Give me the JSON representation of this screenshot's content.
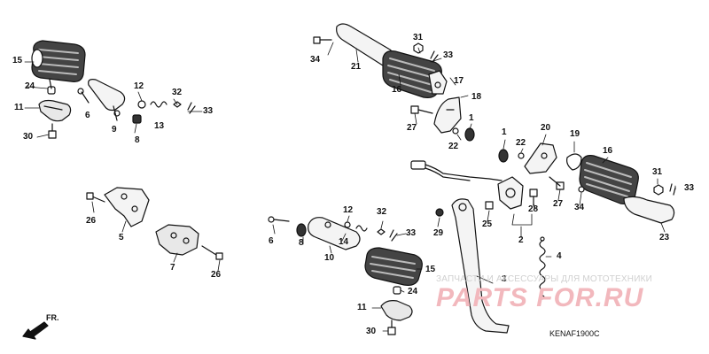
{
  "diagram_code": "KENAF1900C",
  "front_arrow_label": "FR.",
  "watermark": {
    "subtitle": "ЗАПЧАСТИ И АКСЕССУАРЫ ДЛЯ МОТОТЕХНИКИ",
    "brand": "PARTS FOR.RU"
  },
  "part_labels": [
    {
      "id": "l15a",
      "text": "15"
    },
    {
      "id": "l24a",
      "text": "24"
    },
    {
      "id": "l11a",
      "text": "11"
    },
    {
      "id": "l30a",
      "text": "30"
    },
    {
      "id": "l6a",
      "text": "6"
    },
    {
      "id": "l9",
      "text": "9"
    },
    {
      "id": "l12a",
      "text": "12"
    },
    {
      "id": "l8a",
      "text": "8"
    },
    {
      "id": "l13",
      "text": "13"
    },
    {
      "id": "l32a",
      "text": "32"
    },
    {
      "id": "l33a",
      "text": "33"
    },
    {
      "id": "l26a",
      "text": "26"
    },
    {
      "id": "l5",
      "text": "5"
    },
    {
      "id": "l7",
      "text": "7"
    },
    {
      "id": "l26b",
      "text": "26"
    },
    {
      "id": "l34a",
      "text": "34"
    },
    {
      "id": "l21",
      "text": "21"
    },
    {
      "id": "l31a",
      "text": "31"
    },
    {
      "id": "l33b",
      "text": "33"
    },
    {
      "id": "l16a",
      "text": "16"
    },
    {
      "id": "l17",
      "text": "17"
    },
    {
      "id": "l18",
      "text": "18"
    },
    {
      "id": "l27a",
      "text": "27"
    },
    {
      "id": "l1a",
      "text": "1"
    },
    {
      "id": "l22a",
      "text": "22"
    },
    {
      "id": "l1b",
      "text": "1"
    },
    {
      "id": "l22b",
      "text": "22"
    },
    {
      "id": "l20",
      "text": "20"
    },
    {
      "id": "l19",
      "text": "19"
    },
    {
      "id": "l16b",
      "text": "16"
    },
    {
      "id": "l31b",
      "text": "31"
    },
    {
      "id": "l33c",
      "text": "33"
    },
    {
      "id": "l27b",
      "text": "27"
    },
    {
      "id": "l34b",
      "text": "34"
    },
    {
      "id": "l23",
      "text": "23"
    },
    {
      "id": "l28",
      "text": "28"
    },
    {
      "id": "l25",
      "text": "25"
    },
    {
      "id": "l29",
      "text": "29"
    },
    {
      "id": "l2",
      "text": "2"
    },
    {
      "id": "l3",
      "text": "3"
    },
    {
      "id": "l4",
      "text": "4"
    },
    {
      "id": "l6b",
      "text": "6"
    },
    {
      "id": "l8b",
      "text": "8"
    },
    {
      "id": "l12b",
      "text": "12"
    },
    {
      "id": "l14",
      "text": "14"
    },
    {
      "id": "l32b",
      "text": "32"
    },
    {
      "id": "l33d",
      "text": "33"
    },
    {
      "id": "l10",
      "text": "10"
    },
    {
      "id": "l15b",
      "text": "15"
    },
    {
      "id": "l24b",
      "text": "24"
    },
    {
      "id": "l11b",
      "text": "11"
    },
    {
      "id": "l30b",
      "text": "30"
    }
  ],
  "colors": {
    "ink": "#111111",
    "watermark_red": "#f2b8bd",
    "watermark_grey": "#d0d0d0"
  }
}
